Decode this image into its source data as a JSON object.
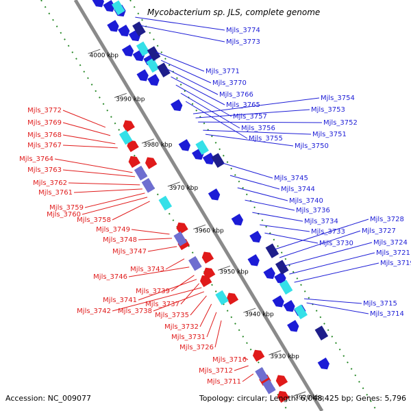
{
  "title": "Mycobacterium sp. JLS, complete genome",
  "accession": "Accession: NC_009077",
  "summary": "Topology: circular; Length: 6,048,425 bp; Genes: 5,796",
  "colors": {
    "forward_strand": "#1c1cd6",
    "reverse_strand": "#e01a1a",
    "backbone": "#8a8a8a",
    "gc_track": "#2a8a2a",
    "highlight": "#35e0e8"
  },
  "kbp_ticks": [
    "4000 kbp",
    "3990 kbp",
    "3980 kbp",
    "3970 kbp",
    "3960 kbp",
    "3950 kbp",
    "3940 kbp",
    "3930 kbp",
    "3920 kbp"
  ],
  "right_labels": [
    "Mjls_3774",
    "Mjls_3773",
    "Mjls_3771",
    "Mjls_3770",
    "Mjls_3766",
    "Mjls_3765",
    "Mjls_3757",
    "Mjls_3756",
    "Mjls_3755",
    "Mjls_3754",
    "Mjls_3753",
    "Mjls_3752",
    "Mjls_3751",
    "Mjls_3750",
    "Mjls_3745",
    "Mjls_3744",
    "Mjls_3740",
    "Mjls_3736",
    "Mjls_3734",
    "Mjls_3733",
    "Mjls_3730",
    "Mjls_3728",
    "Mjls_3727",
    "Mjls_3724",
    "Mjls_3721",
    "Mjls_3719",
    "Mjls_3715",
    "Mjls_3714"
  ],
  "left_labels": [
    "Mjls_3772",
    "Mjls_3769",
    "Mjls_3768",
    "Mjls_3767",
    "Mjls_3764",
    "Mjls_3763",
    "Mjls_3762",
    "Mjls_3761",
    "Mjls_3759",
    "Mjls_3760",
    "Mjls_3758",
    "Mjls_3749",
    "Mjls_3748",
    "Mjls_3747",
    "Mjls_3743",
    "Mjls_3746",
    "Mjls_3739",
    "Mjls_3741",
    "Mjls_3737",
    "Mjls_3742",
    "Mjls_3738",
    "Mjls_3735",
    "Mjls_3732",
    "Mjls_3731",
    "Mjls_3726",
    "Mjls_3716",
    "Mjls_3712",
    "Mjls_3711"
  ]
}
